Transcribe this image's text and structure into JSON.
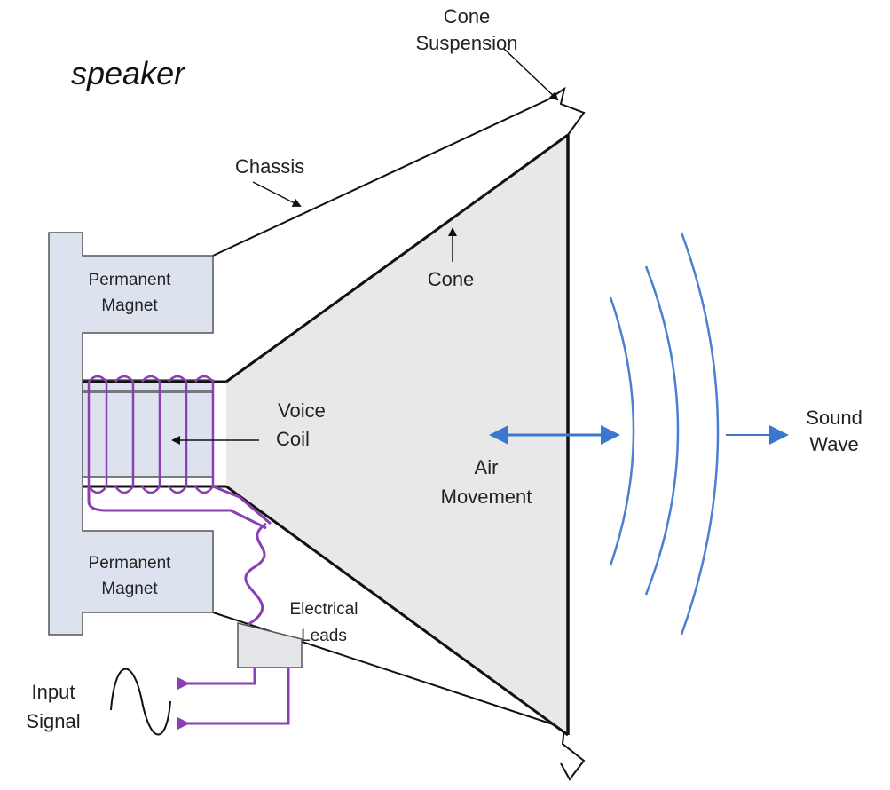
{
  "title": "speaker",
  "labels": {
    "cone_suspension_1": "Cone",
    "cone_suspension_2": "Suspension",
    "chassis": "Chassis",
    "cone": "Cone",
    "magnet_top_1": "Permanent",
    "magnet_top_2": "Magnet",
    "magnet_bottom_1": "Permanent",
    "magnet_bottom_2": "Magnet",
    "voice_coil_1": "Voice",
    "voice_coil_2": "Coil",
    "air_movement_1": "Air",
    "air_movement_2": "Movement",
    "sound_wave_1": "Sound",
    "sound_wave_2": "Wave",
    "electrical_leads_1": "Electrical",
    "electrical_leads_2": "Leads",
    "input_signal_1": "Input",
    "input_signal_2": "Signal"
  },
  "colors": {
    "magnet_fill": "#dde3ee",
    "cone_fill": "#e8e8e8",
    "outline": "#111111",
    "coil": "#8a3fb5",
    "wave": "#4a7fd4",
    "arrow_blue": "#3a78d0",
    "lead_box_fill": "#e4e6ea"
  }
}
